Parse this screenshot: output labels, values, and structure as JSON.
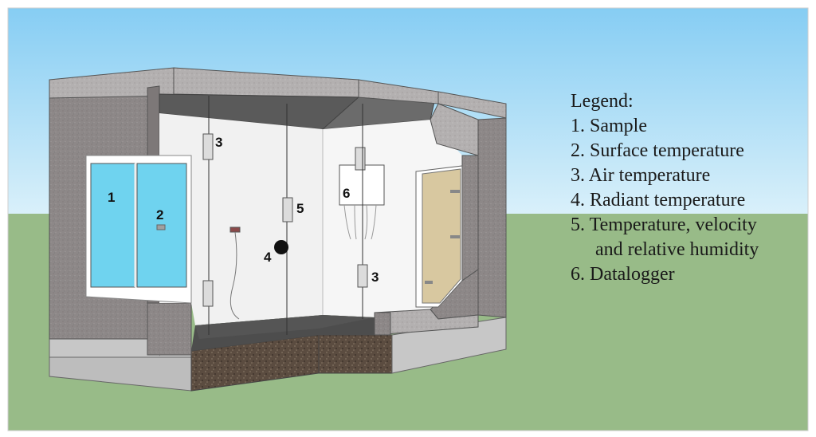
{
  "legend": {
    "title": "Legend:",
    "items": [
      {
        "num": "1.",
        "text": "Sample"
      },
      {
        "num": "2.",
        "text": "Surface temperature"
      },
      {
        "num": "3.",
        "text": "Air temperature"
      },
      {
        "num": "4.",
        "text": "Radiant temperature"
      },
      {
        "num": "5.",
        "text": "Temperature, velocity",
        "text2": "and relative humidity"
      },
      {
        "num": "6.",
        "text": "Datalogger"
      }
    ]
  },
  "labels": {
    "sample": "1",
    "surface": "2",
    "air_top": "3",
    "radiant": "4",
    "temp_vel": "5",
    "datalogger": "6",
    "air_bottom": "3"
  },
  "colors": {
    "sky_top": "#8fd0f2",
    "sky_bottom": "#d6eef9",
    "ground": "#98bb88",
    "wall_concrete": "#8a8585",
    "wall_top": "#a9a9a9",
    "interior_wall": "#f3f3f3",
    "floor": "#4a4a4a",
    "glass": "#6fd3ef",
    "door": "#d8c8a0",
    "soil": "#5a4a3e"
  }
}
